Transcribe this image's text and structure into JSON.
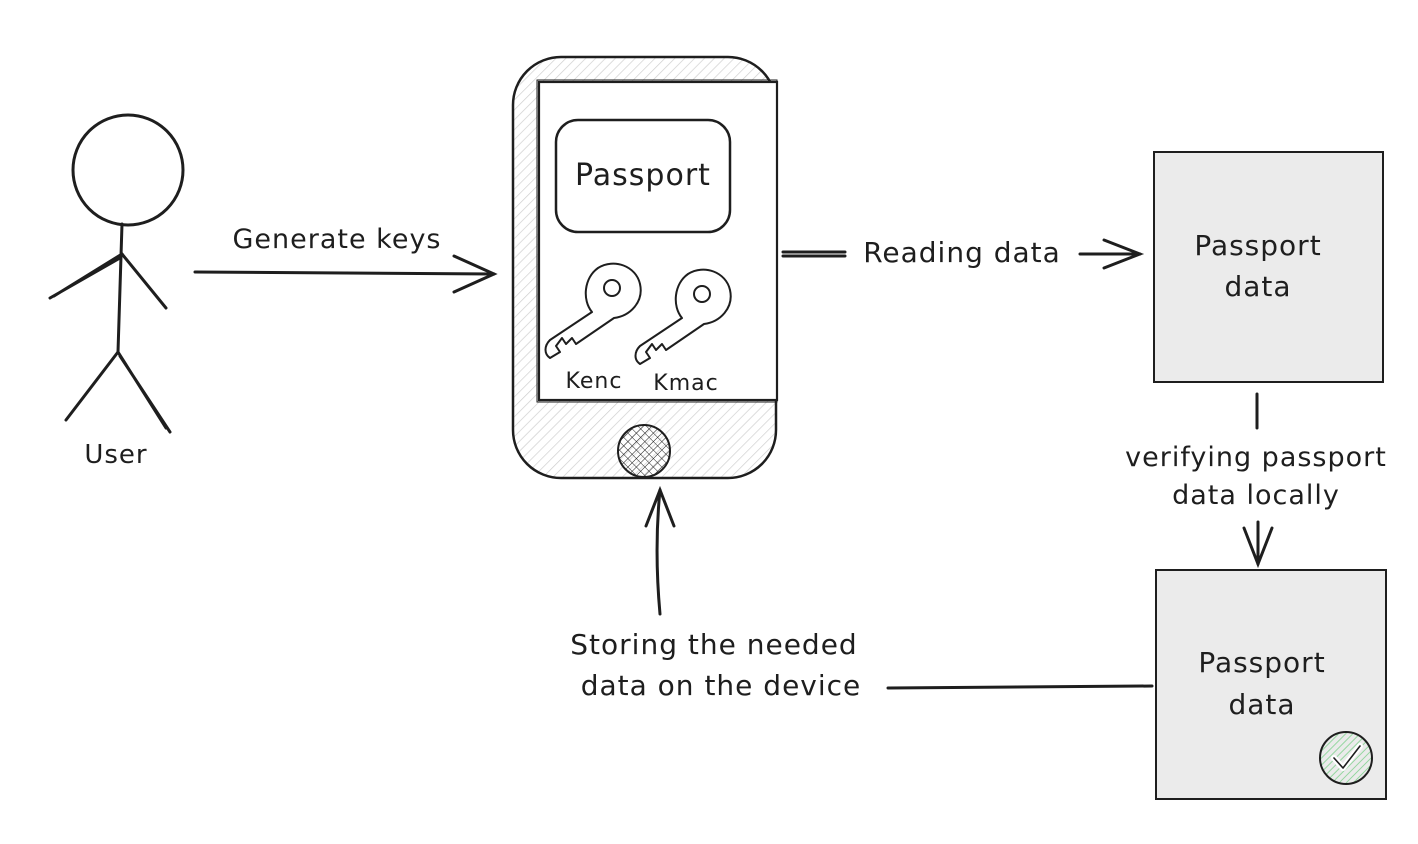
{
  "nodes": {
    "user": {
      "label": "User"
    },
    "phone": {
      "screen_title": "Passport",
      "key_left_label": "Kenc",
      "key_right_label": "Kmac"
    },
    "passport_data": {
      "label_line1": "Passport",
      "label_line2": "data"
    },
    "verified_data": {
      "label_line1": "Passport",
      "label_line2": "data",
      "badge": "check-icon"
    }
  },
  "edges": {
    "generate": {
      "label": "Generate keys"
    },
    "reading": {
      "label": "Reading data"
    },
    "verifying": {
      "label_line1": "verifying passport",
      "label_line2": "data locally"
    },
    "storing": {
      "label_line1": "Storing the needed",
      "label_line2": "data on the device"
    }
  },
  "colors": {
    "stroke": "#1e1e1e",
    "box_fill": "#ebebeb",
    "hatch": "#c7c7c7",
    "badge_fill": "#b2f2bb"
  }
}
